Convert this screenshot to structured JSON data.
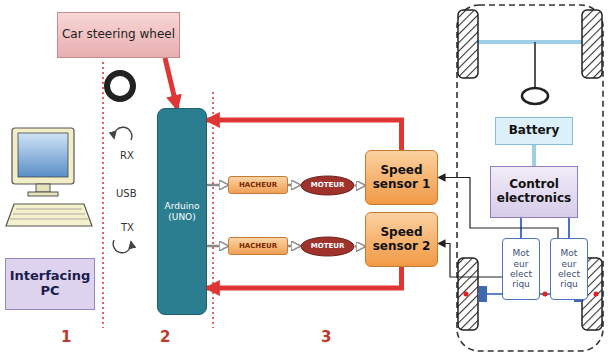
{
  "diagram": {
    "nodes": [
      {
        "text": [
          "Car steering wheel"
        ]
      },
      {
        "text": [
          "Interfacing PC"
        ]
      },
      {
        "text": [
          "Arduino (UNO)"
        ]
      },
      {
        "text": [
          "HACHEUR"
        ]
      },
      {
        "text": [
          "MOTEUR"
        ]
      },
      {
        "text": [
          "Speed sensor 1"
        ]
      },
      {
        "text": [
          "HACHEUR"
        ]
      },
      {
        "text": [
          "MOTEUR"
        ]
      },
      {
        "text": [
          "Speed sensor 2"
        ]
      },
      {
        "text": [
          "Battery"
        ]
      },
      {
        "text": [
          "Control electronics"
        ]
      },
      {
        "text": [
          "Mot eur elect riqu"
        ]
      },
      {
        "text": [
          "Mot eur elect riqu"
        ]
      }
    ],
    "edges": [
      {
        "from": 0,
        "to": 2,
        "arrow": "to"
      },
      {
        "from": 2,
        "to": 3,
        "arrow": "to"
      },
      {
        "from": 3,
        "to": 4,
        "arrow": "to"
      },
      {
        "from": 4,
        "to": 5,
        "arrow": "to"
      },
      {
        "from": 2,
        "to": 6,
        "arrow": "to"
      },
      {
        "from": 6,
        "to": 7,
        "arrow": "to"
      },
      {
        "from": 7,
        "to": 8,
        "arrow": "to"
      },
      {
        "from": 5,
        "to": 2,
        "arrow": "to"
      },
      {
        "from": 8,
        "to": 2,
        "arrow": "to"
      },
      {
        "from": 9,
        "to": 10,
        "arrow": "none"
      },
      {
        "from": 10,
        "to": 11,
        "arrow": "none"
      },
      {
        "from": 10,
        "to": 12,
        "arrow": "none"
      },
      {
        "from": 12,
        "to": 5,
        "arrow": "to"
      },
      {
        "from": 11,
        "to": 8,
        "arrow": "to"
      }
    ],
    "labels": [
      "RX",
      "USB",
      "TX",
      "1",
      "2",
      "3"
    ]
  }
}
